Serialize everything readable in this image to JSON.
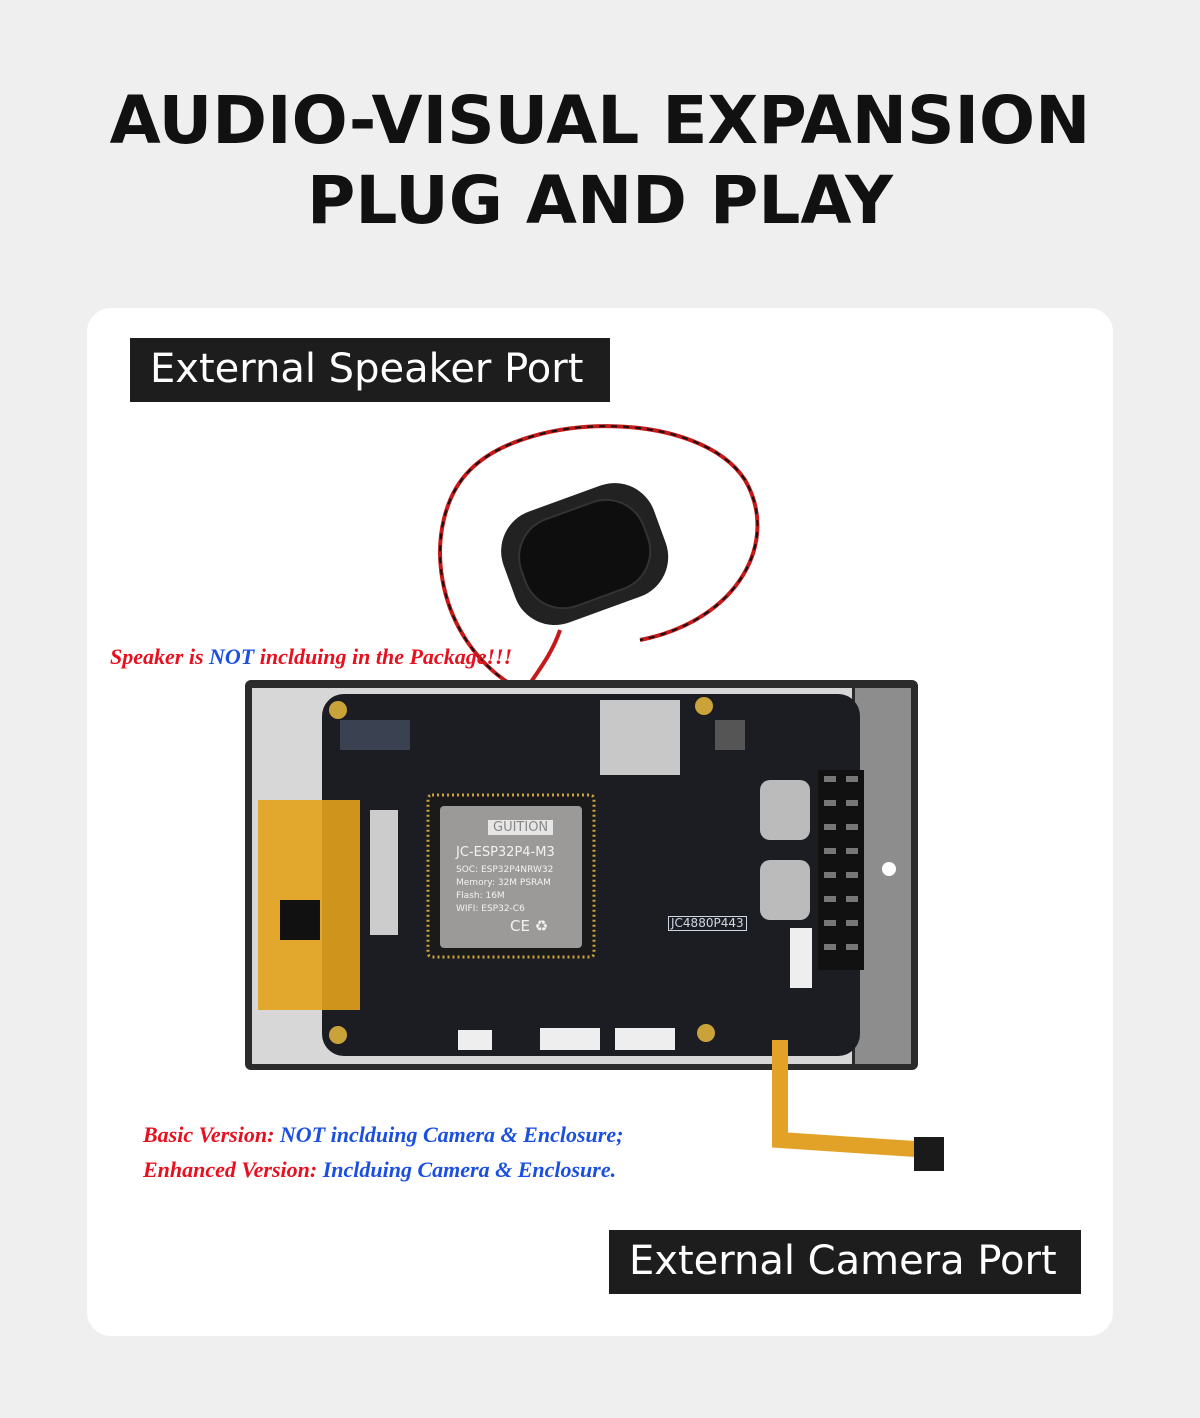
{
  "header": {
    "line1": "AUDIO-VISUAL EXPANSION",
    "line2": "PLUG AND PLAY"
  },
  "labels": {
    "speaker_port": "External Speaker Port",
    "camera_port": "External Camera Port"
  },
  "notes": {
    "speaker": {
      "a": "Speaker is ",
      "b": "NOT",
      "c": " inclduing in the Package!!!"
    },
    "basic": {
      "a": "Basic Version: ",
      "b": "NOT inclduing Camera & Enclosure;"
    },
    "enhanced": {
      "a": "Enhanced Version: ",
      "b": "Inclduing Camera & Enclosure."
    }
  },
  "module": {
    "brand": "GUITION",
    "name": "JC-ESP32P4-M3",
    "soc": "SOC: ESP32P4NRW32",
    "memory": "Memory: 32M PSRAM",
    "flash": "Flash: 16M",
    "wifi": "WIFI: ESP32-C6",
    "marks": "CE ♻"
  },
  "board_name": "JC4880P443",
  "colors": {
    "red": "#e8101e",
    "blue": "#1a4fe0",
    "label_bg": "#1d1d1d"
  }
}
